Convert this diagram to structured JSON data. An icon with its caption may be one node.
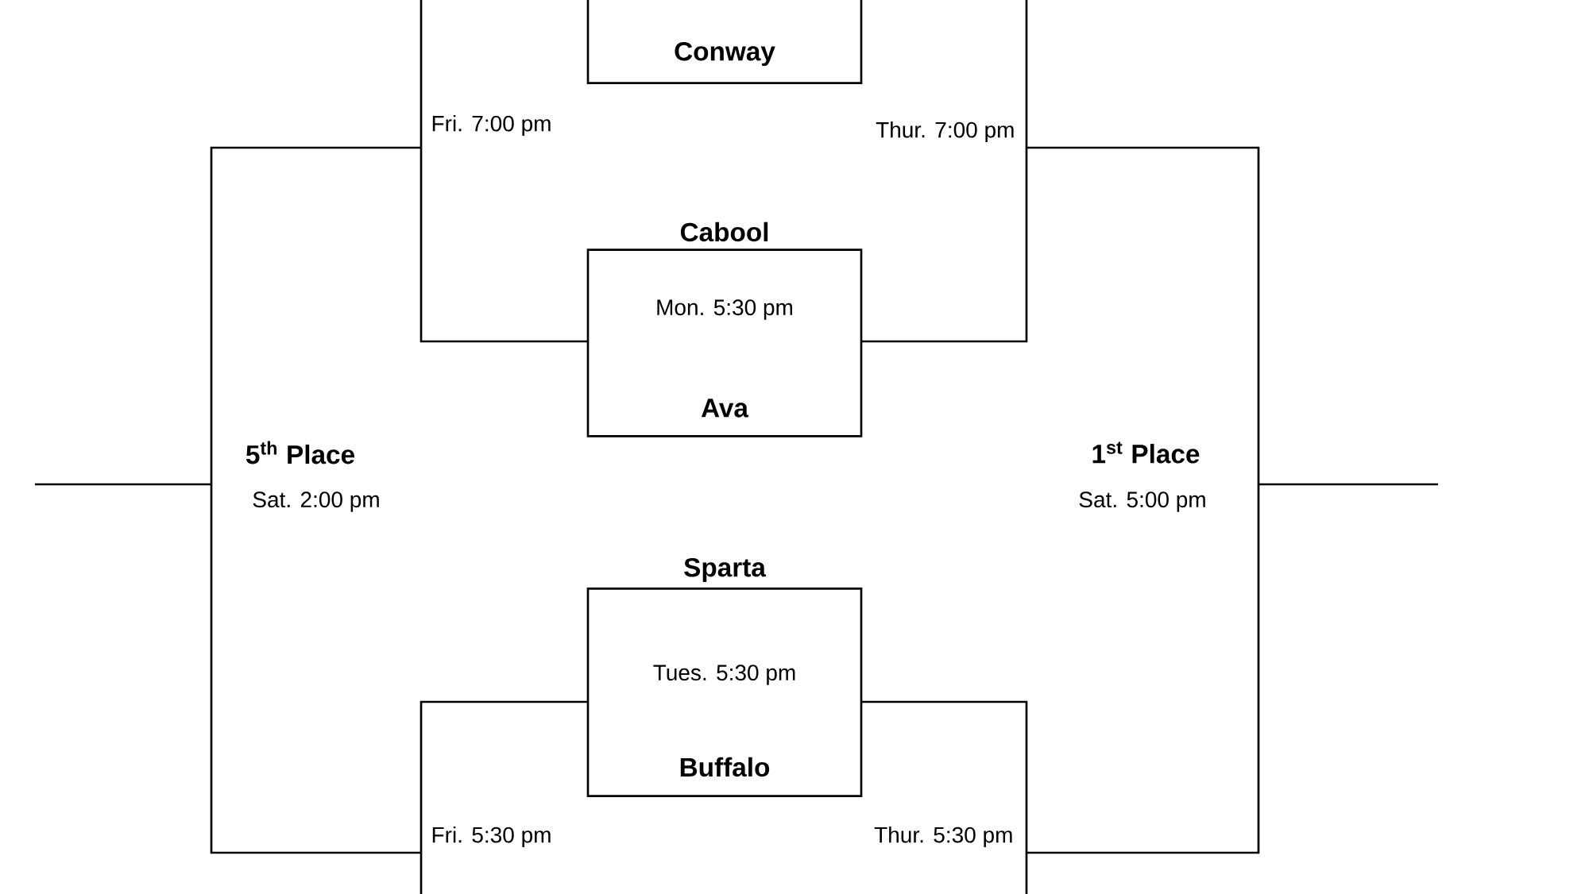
{
  "diagram": {
    "nodes": [
      {
        "text": [
          "Conway"
        ]
      },
      {
        "text": [
          "Cabool",
          "Mon. 5:30 pm",
          "Ava"
        ]
      },
      {
        "text": [
          "Sparta",
          "Tues. 5:30 pm",
          "Buffalo"
        ]
      }
    ],
    "labels": [
      "Fri. 7:00 pm",
      "Thur. 7:00 pm",
      "5$^{th}$ Place",
      "Sat. 2:00 pm",
      "1$^{st}$ Place",
      "Sat. 5:00 pm",
      "Fri. 5:30 pm",
      "Thur. 5:30 pm"
    ]
  }
}
